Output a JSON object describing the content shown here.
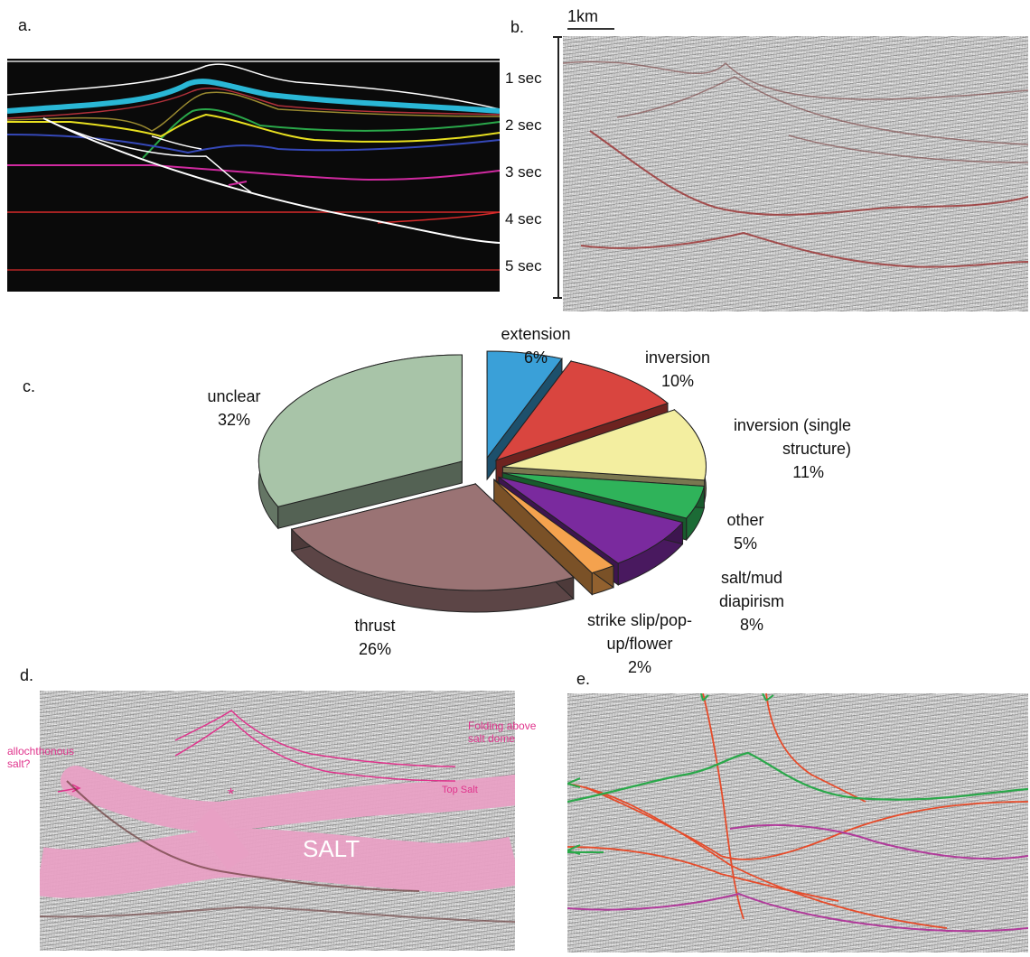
{
  "panels": {
    "a": "a.",
    "b": "b.",
    "c": "c.",
    "d": "d.",
    "e": "e."
  },
  "scale_bar": "1km",
  "time_axis": [
    "1 sec",
    "2 sec",
    "3 sec",
    "4 sec",
    "5 sec"
  ],
  "chart_data": {
    "type": "pie",
    "slices": [
      {
        "label": "extension",
        "value": 6,
        "value_text": "6%",
        "color": "#3aa0d8"
      },
      {
        "label": "inversion",
        "value": 10,
        "value_text": "10%",
        "color": "#d9453f"
      },
      {
        "label": "inversion (single structure)",
        "value": 11,
        "value_text": "11%",
        "color": "#f3eea0"
      },
      {
        "label": "other",
        "value": 5,
        "value_text": "5%",
        "color": "#2fb35a"
      },
      {
        "label": "salt/mud diapirism",
        "value": 8,
        "value_text": "8%",
        "color": "#7a2a9e"
      },
      {
        "label": "strike slip/pop-up/flower",
        "value": 2,
        "value_text": "2%",
        "color": "#f4a24e"
      },
      {
        "label": "thrust",
        "value": 26,
        "value_text": "26%",
        "color": "#9a7374"
      },
      {
        "label": "unclear",
        "value": 32,
        "value_text": "32%",
        "color": "#a8c4a8"
      }
    ]
  },
  "pie_labels": {
    "extension": [
      "extension",
      "6%"
    ],
    "inversion": [
      "inversion",
      "10%"
    ],
    "inversion_single": [
      "inversion (single",
      "structure)",
      "11%"
    ],
    "other": [
      "other",
      "5%"
    ],
    "salt": [
      "salt/mud",
      "diapirism",
      "8%"
    ],
    "strike": [
      "strike slip/pop-",
      "up/flower",
      "2%"
    ],
    "thrust": [
      "thrust",
      "26%"
    ],
    "unclear": [
      "unclear",
      "32%"
    ]
  },
  "annotations_d": {
    "allochthonous": [
      "allochthonous",
      "salt?"
    ],
    "folding": [
      "Folding above",
      "salt dome"
    ],
    "top_salt": "Top Salt",
    "salt": "SALT",
    "star": "*"
  },
  "colors": {
    "cyan": "#2ab7d6",
    "magenta": "#e0338c",
    "red": "#e64b2a",
    "green": "#2aa84a",
    "salt_pink": "#e8a0c4"
  }
}
